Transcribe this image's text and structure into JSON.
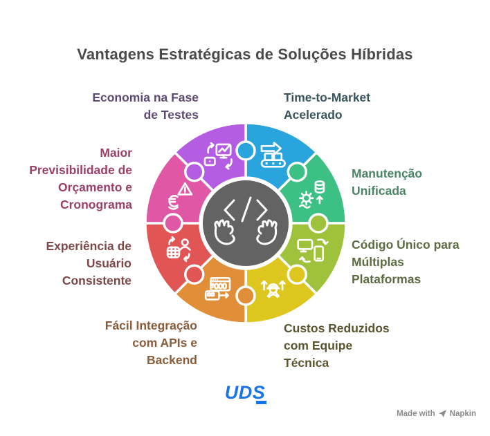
{
  "page": {
    "background": "#ffffff"
  },
  "title": {
    "text": "Vantagens Estratégicas de Soluções Híbridas",
    "color": "#4a4a4a"
  },
  "diagram": {
    "center": {
      "icon": "hands-code",
      "fill": "#636363"
    },
    "segments": [
      {
        "name": "time-to-market-acelerado",
        "color": "#29a4dd",
        "icon": "conveyor-arrow"
      },
      {
        "name": "manutencao-unificada",
        "color": "#3cc084",
        "icon": "database-gear"
      },
      {
        "name": "codigo-unico-multiplas-plataformas",
        "color": "#9fc23d",
        "icon": "devices-sync"
      },
      {
        "name": "custos-reduzidos-equipe-tecnica",
        "color": "#ddc71f",
        "icon": "engineer-arrows"
      },
      {
        "name": "facil-integracao-apis-backend",
        "color": "#e08f38",
        "icon": "api-windows"
      },
      {
        "name": "experiencia-usuario-consistente",
        "color": "#e15654",
        "icon": "user-sync"
      },
      {
        "name": "previsibilidade-orcamento-cronograma",
        "color": "#e057a6",
        "icon": "budget-alert"
      },
      {
        "name": "economia-fase-testes",
        "color": "#b45ce2",
        "icon": "screens-sync"
      }
    ],
    "labels": [
      {
        "text": "Time-to-Market\nAcelerado",
        "color": "#3a545e"
      },
      {
        "text": "Manutenção\nUnificada",
        "color": "#4a8465"
      },
      {
        "text": "Código Único para\nMúltiplas\nPlataformas",
        "color": "#5b6b42"
      },
      {
        "text": "Custos Reduzidos\ncom Equipe\nTécnica",
        "color": "#59542e"
      },
      {
        "text": "Fácil Integração\ncom APIs e\nBackend",
        "color": "#8a5c39"
      },
      {
        "text": "Experiência de\nUsuário\nConsistente",
        "color": "#7d4847"
      },
      {
        "text": "Maior\nPrevisibilidade de\nOrçamento e\nCronograma",
        "color": "#9d4068"
      },
      {
        "text": "Economia na Fase\nde Testes",
        "color": "#5e4b73"
      }
    ]
  },
  "footer": {
    "logo_text": "UDS",
    "logo_color": "#1a74e8",
    "attribution": {
      "prefix": "Made with",
      "brand": "Napkin",
      "color": "#8b8b8b"
    }
  }
}
